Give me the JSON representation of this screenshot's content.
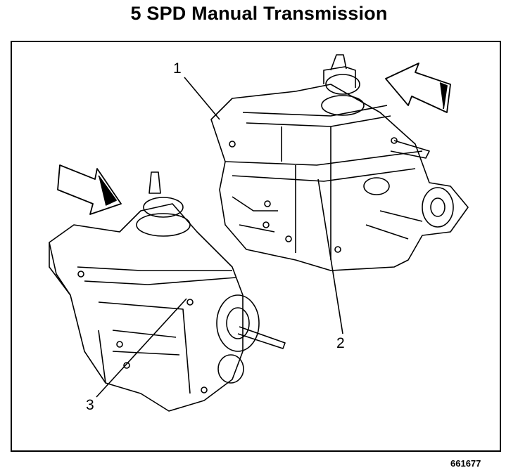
{
  "title": "5 SPD Manual Transmission",
  "callouts": [
    {
      "label": "1"
    },
    {
      "label": "2"
    },
    {
      "label": "3"
    }
  ],
  "figure_number": "661677"
}
